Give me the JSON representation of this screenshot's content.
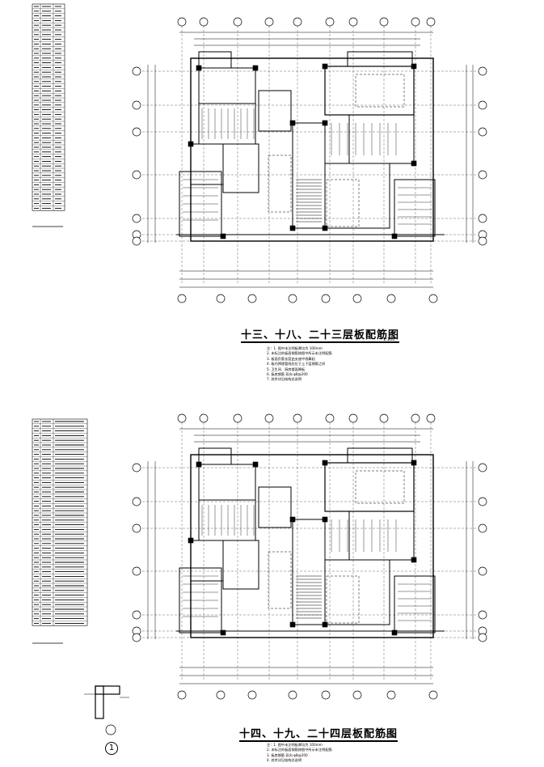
{
  "plans": [
    {
      "title": "十三、十八、二十三层板配筋图",
      "scale": "1:100",
      "notes": [
        "注：1. 图中未注明板厚均为    100mm",
        "    2. 未标注的板面钢筋按图中所示未注明配筋",
        "    3. 板面负筋长度由支座中线算起",
        "    4. 板内预埋管线应位于上下层钢筋之间",
        "    5. 卫生间、厨房楼面降板",
        "    6. 板底钢筋        双向        φ8@200",
        "    7. 其余详见结构总说明"
      ]
    },
    {
      "title": "十四、十九、二十四层板配筋图",
      "scale": "1:100",
      "notes": [
        "注：1. 图中未注明板厚均为    100mm",
        "    2. 未标注的板面钢筋按图中所示未注明配筋",
        "    3. 板底钢筋        双向        φ8@200",
        "    4. 其余详见结构总说明"
      ]
    }
  ],
  "detail": {
    "number": "1"
  }
}
